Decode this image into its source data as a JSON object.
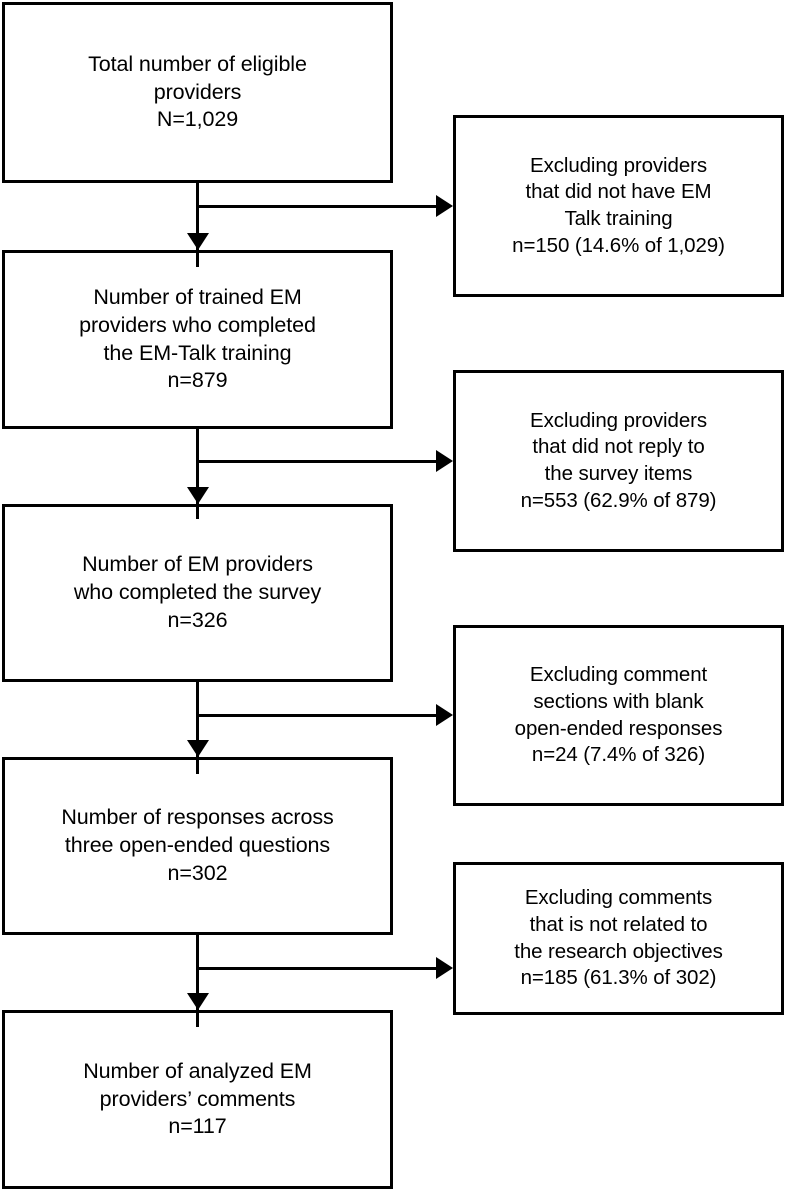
{
  "figure": {
    "type": "flowchart",
    "orientation": "vertical-with-right-branches",
    "colors": {
      "box_border": "#000000",
      "box_fill": "#ffffff",
      "connector": "#000000",
      "text": "#000000",
      "background": "#ffffff"
    }
  },
  "main_flow": [
    {
      "id": "eligible",
      "text": "Total number of eligible\nproviders\nN=1,029",
      "label_lines": [
        "Total number of eligible",
        "providers",
        "N=1,029"
      ],
      "count_label": "N=1,029",
      "count": 1029
    },
    {
      "id": "trained",
      "text": "Number of trained EM\nproviders who completed\nthe EM-Talk training\nn=879",
      "label_lines": [
        "Number of trained EM",
        "providers who completed",
        "the EM-Talk training",
        "n=879"
      ],
      "count_label": "n=879",
      "count": 879
    },
    {
      "id": "survey",
      "text": "Number of EM providers\nwho completed the survey\nn=326",
      "label_lines": [
        "Number of EM providers",
        "who completed the survey",
        "n=326"
      ],
      "count_label": "n=326",
      "count": 326
    },
    {
      "id": "responses",
      "text": "Number of responses across\nthree open-ended questions\nn=302",
      "label_lines": [
        "Number of responses across",
        "three open-ended questions",
        "n=302"
      ],
      "count_label": "n=302",
      "count": 302
    },
    {
      "id": "analyzed",
      "text": "Number of analyzed EM\nproviders’ comments\nn=117",
      "label_lines": [
        "Number of analyzed EM",
        "providers’ comments",
        "n=117"
      ],
      "count_label": "n=117",
      "count": 117
    }
  ],
  "exclusions": [
    {
      "id": "excl-training",
      "text": "Excluding providers\nthat did not have EM\nTalk training\nn=150 (14.6% of 1,029)",
      "label_lines": [
        "Excluding providers",
        "that did not have EM",
        "Talk training",
        "n=150 (14.6% of 1,029)"
      ],
      "count_label": "n=150 (14.6% of 1,029)",
      "count": 150,
      "percent": 14.6,
      "of": 1029
    },
    {
      "id": "excl-reply",
      "text": "Excluding providers\nthat did not reply to\nthe survey items\nn=553 (62.9% of 879)",
      "label_lines": [
        "Excluding providers",
        "that did not reply to",
        "the survey items",
        "n=553 (62.9% of 879)"
      ],
      "count_label": "n=553 (62.9% of 879)",
      "count": 553,
      "percent": 62.9,
      "of": 879
    },
    {
      "id": "excl-blank",
      "text": "Excluding comment\nsections with blank\nopen-ended responses\nn=24 (7.4% of 326)",
      "label_lines": [
        "Excluding comment",
        "sections with blank",
        "open-ended responses",
        "n=24 (7.4% of 326)"
      ],
      "count_label": "n=24 (7.4% of 326)",
      "count": 24,
      "percent": 7.4,
      "of": 326
    },
    {
      "id": "excl-unrelated",
      "text": "Excluding comments\nthat is not related to\nthe research objectives\nn=185 (61.3% of 302)",
      "label_lines": [
        "Excluding comments",
        "that is not related to",
        "the research objectives",
        "n=185 (61.3% of 302)"
      ],
      "count_label": "n=185 (61.3% of 302)",
      "count": 185,
      "percent": 61.3,
      "of": 302
    }
  ]
}
